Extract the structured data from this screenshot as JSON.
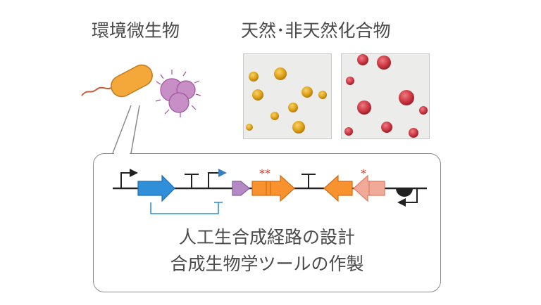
{
  "labels": {
    "environmental_microbes": "環境微生物",
    "natural_compounds": "天然･非天然化合物",
    "caption_line1": "人工生合成経路の設計",
    "caption_line2": "合成生物学ツールの作製"
  },
  "colors": {
    "bacterium": "#f5a83a",
    "cell_cluster": "#c88ec6",
    "gene_blue": "#2f8fd8",
    "gene_purple": "#b48ac4",
    "gene_orange": "#f7922e",
    "gene_salmon": "#f2aa98",
    "mutation_star": "#e2341d",
    "yellow_colony": "#e0a419",
    "red_colony": "#cf3a45"
  },
  "icons": [
    "bacterium-icon",
    "cell-cluster-icon",
    "promoter-icon",
    "terminator-icon",
    "ribosome-binding-site-icon"
  ],
  "markers": {
    "double_mutation": "**",
    "single_mutation": "*"
  }
}
